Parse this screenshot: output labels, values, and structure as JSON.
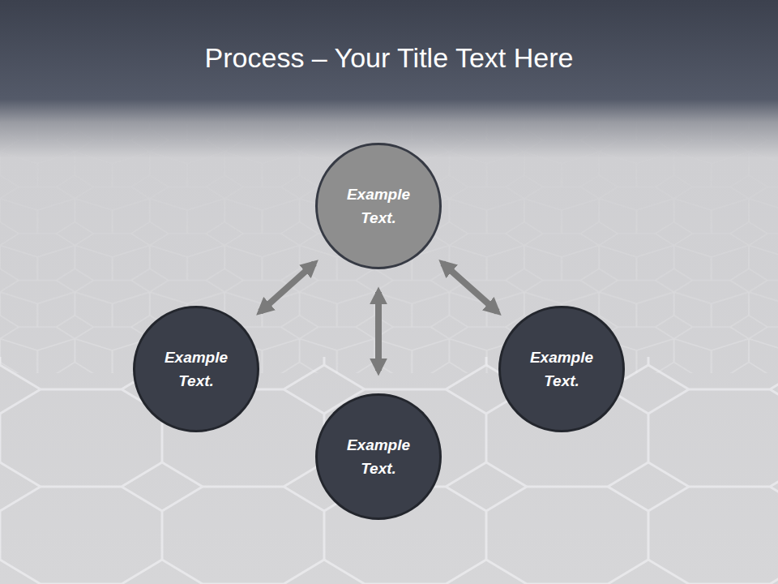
{
  "diagram": {
    "title": "Process – Your Title Text Here",
    "nodes": [
      {
        "text": [
          "Example Text."
        ]
      },
      {
        "text": [
          "Example Text."
        ]
      },
      {
        "text": [
          "Example Text."
        ]
      },
      {
        "text": [
          "Example Text."
        ]
      }
    ],
    "edges": [
      {
        "from": 1,
        "to": 0,
        "arrow": "both"
      },
      {
        "from": 0,
        "to": 2,
        "arrow": "both"
      },
      {
        "from": 0,
        "to": 3,
        "arrow": "both"
      }
    ]
  }
}
